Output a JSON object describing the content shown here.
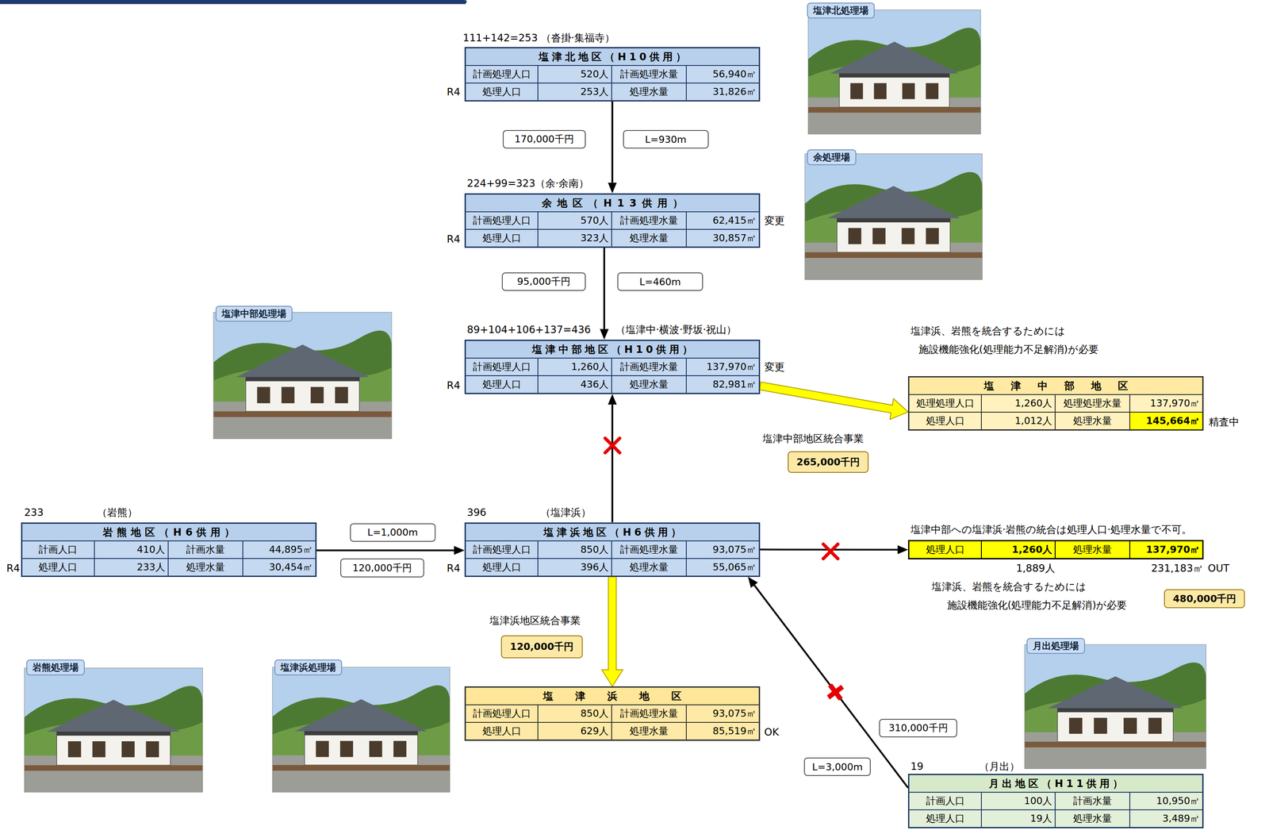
{
  "diagram": {
    "nodes": [
      {
        "text": [
          "塩津北地区（H10供用）",
          "計画処理人口",
          "520人",
          "計画処理水量",
          "56,940㎥",
          "処理人口",
          "253人",
          "処理水量",
          "31,826㎥"
        ]
      },
      {
        "text": [
          "塩津北処理場"
        ]
      },
      {
        "text": [
          "170,000千円"
        ]
      },
      {
        "text": [
          "L=930m"
        ]
      },
      {
        "text": [
          "余地区（H13供用）",
          "計画処理人口",
          "570人",
          "計画処理水量",
          "62,415㎥",
          "処理人口",
          "323人",
          "処理水量",
          "30,857㎥"
        ]
      },
      {
        "text": [
          "余処理場"
        ]
      },
      {
        "text": [
          "95,000千円"
        ]
      },
      {
        "text": [
          "L=460m"
        ]
      },
      {
        "text": [
          "塩津中部処理場"
        ]
      },
      {
        "text": [
          "塩津中部地区（H10供用）",
          "計画処理人口",
          "1,260人",
          "計画処理水量",
          "137,970㎥",
          "処理人口",
          "436人",
          "処理水量",
          "82,981㎥"
        ]
      },
      {
        "text": [
          "塩津中部地区",
          "処理処理人口",
          "1,260人",
          "処理処理水量",
          "137,970㎥",
          "処理人口",
          "1,012人",
          "処理水量",
          "145,664㎥"
        ]
      },
      {
        "text": [
          "265,000千円"
        ]
      },
      {
        "text": [
          "岩熊地区（H6供用）",
          "計画人口",
          "410人",
          "計画水量",
          "44,895㎥",
          "処理人口",
          "233人",
          "処理水量",
          "30,454㎥"
        ]
      },
      {
        "text": [
          "L=1,000m"
        ]
      },
      {
        "text": [
          "120,000千円"
        ]
      },
      {
        "text": [
          "塩津浜地区（H6供用）",
          "計画処理人口",
          "850人",
          "計画処理水量",
          "93,075㎥",
          "処理人口",
          "396人",
          "処理水量",
          "55,065㎥"
        ]
      },
      {
        "text": [
          "処理人口",
          "1,260人",
          "処理水量",
          "137,970㎥"
        ]
      },
      {
        "text": [
          "480,000千円"
        ]
      },
      {
        "text": [
          "120,000千円"
        ]
      },
      {
        "text": [
          "岩熊処理場"
        ]
      },
      {
        "text": [
          "塩津浜処理場"
        ]
      },
      {
        "text": [
          "塩津浜地区",
          "計画処理人口",
          "850人",
          "計画処理水量",
          "93,075㎥",
          "処理人口",
          "629人",
          "処理水量",
          "85,519㎥"
        ]
      },
      {
        "text": [
          "310,000千円"
        ]
      },
      {
        "text": [
          "L=3,000m"
        ]
      },
      {
        "text": [
          "月出処理場"
        ]
      },
      {
        "text": [
          "月出地区（H11供用）",
          "計画人口",
          "100人",
          "計画水量",
          "10,950㎥",
          "処理人口",
          "19人",
          "処理水量",
          "3,489㎥"
        ]
      }
    ],
    "edges": [
      {
        "from": 0,
        "to": 4,
        "arrow": "to"
      },
      {
        "from": 4,
        "to": 9,
        "arrow": "to"
      },
      {
        "from": 15,
        "to": 9,
        "arrow": "to"
      },
      {
        "from": 12,
        "to": 15,
        "arrow": "to"
      },
      {
        "from": 15,
        "to": 16,
        "arrow": "to"
      },
      {
        "from": 9,
        "to": 10,
        "arrow": "to"
      },
      {
        "from": 15,
        "to": 21,
        "arrow": "to"
      },
      {
        "from": 25,
        "to": 15,
        "arrow": "to"
      }
    ],
    "labels": [
      "111+142=253 （沓掛·集福寺）",
      "R4",
      "224+99=323（余·余南）",
      "変更",
      "R4",
      "89+104+106+137=436",
      "（塩津中·横波·野坂·祝山）",
      "変更",
      "R4",
      "塩津浜、岩熊を統合するためには 施設機能強化(処理能力不足解消)が必要",
      "精査中",
      "塩津中部地区統合事業",
      "233",
      "（岩熊）",
      "R4",
      "396",
      "（塩津浜）",
      "R4",
      "塩津中部への塩津浜·岩熊の統合は処理人口·処理水量で不可。",
      "1,889人",
      "231,183㎥",
      "OUT",
      "塩津浜、岩熊を統合するためには 施設機能強化(処理能力不足解消)が必要",
      "塩津浜地区統合事業",
      "OK",
      "19",
      "（月出）"
    ]
  }
}
